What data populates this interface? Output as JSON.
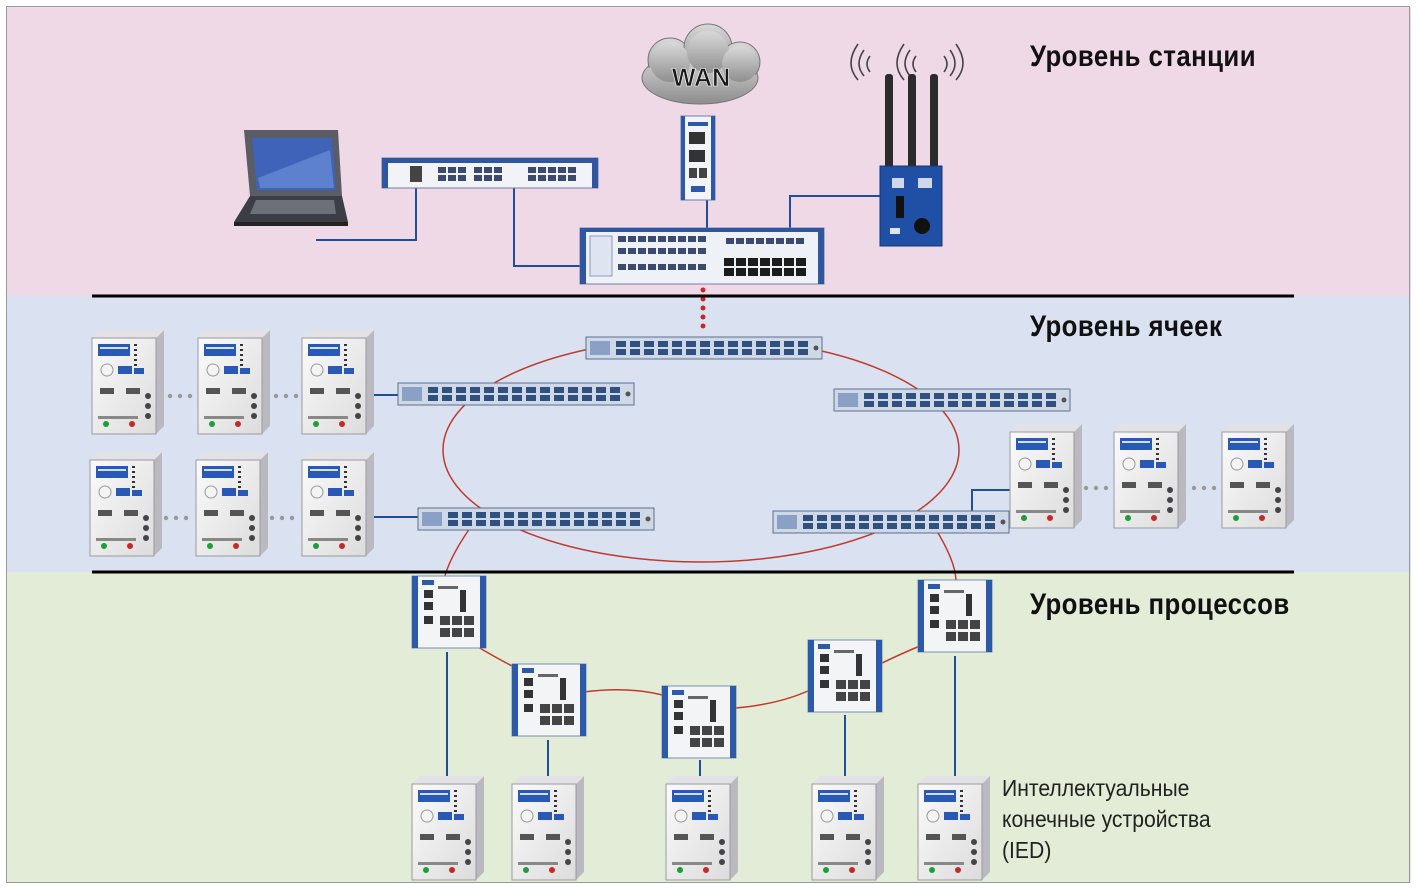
{
  "levels": {
    "station": "Уровень станции",
    "cell": "Уровень ячеек",
    "process": "Уровень процессов"
  },
  "wan_label": "WAN",
  "ied_note": {
    "line1": "Интеллектуальные",
    "line2": "конечные устройства",
    "line3": "(IED)"
  },
  "colors": {
    "station_band": "#f0d9e7",
    "cell_band": "#dae1f1",
    "process_band": "#e3ecd6",
    "link_blue": "#1f4e9a",
    "ring_red": "#c0392b",
    "device_blue": "#2d5aa8"
  }
}
